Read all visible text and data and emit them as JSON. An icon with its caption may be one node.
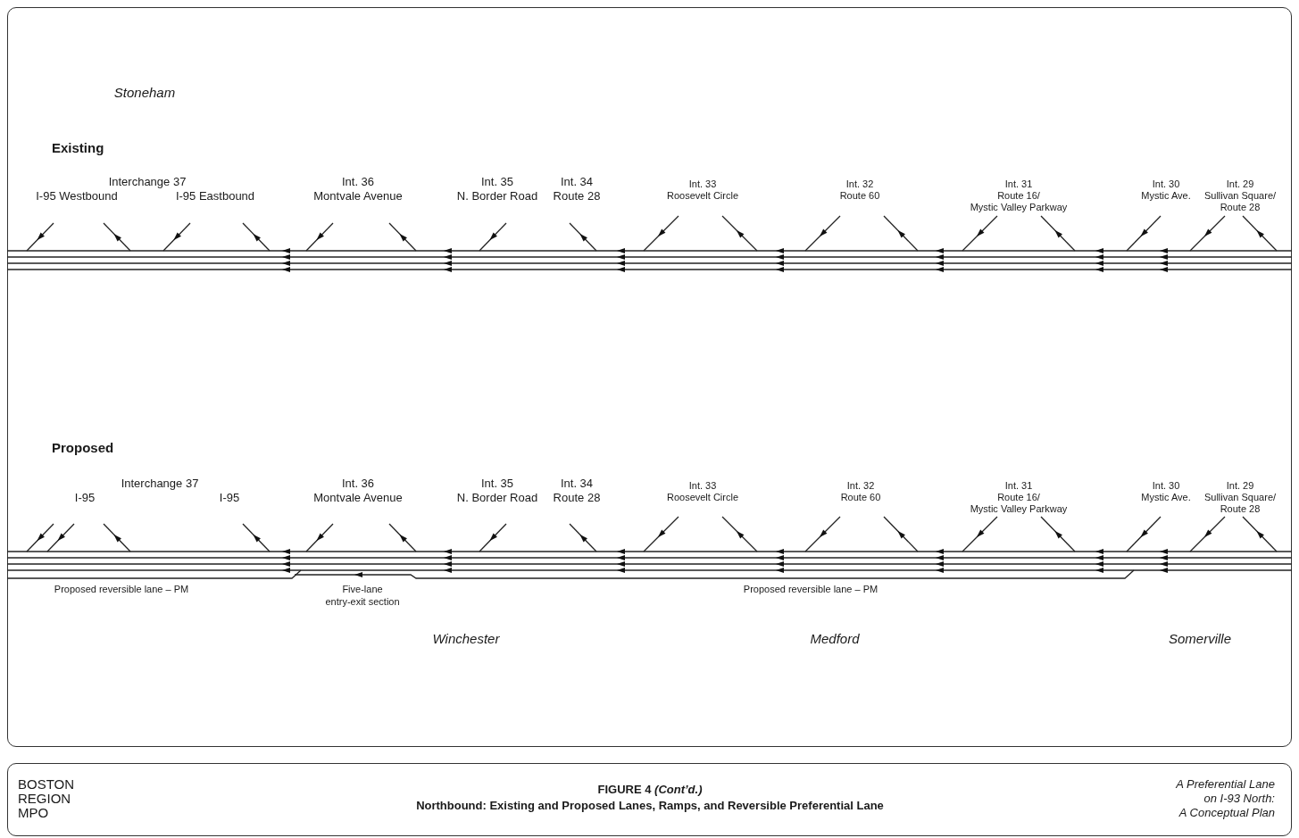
{
  "diagram": {
    "title": "FIGURE 4 *(Cont’d.)*",
    "caption": "Northbound: Existing and Proposed Lanes, Ramps, and Reversible Preferential Lane",
    "labels": [
      "Stoneham",
      "Existing",
      "Interchange 37",
      "I-95 Westbound",
      "I-95 Eastbound",
      "Int. 36",
      "Montvale Avenue",
      "Int. 35",
      "N. Border Road",
      "Int. 34",
      "Route 28",
      "Int. 33",
      "Roosevelt Circle",
      "Int. 32",
      "Route 60",
      "Int. 31",
      "Route 16/",
      "Mystic Valley Parkway",
      "Int. 30",
      "Mystic Ave.",
      "Int. 29",
      "Sullivan Square/",
      "Route 28",
      "Proposed",
      "Interchange 37",
      "I-95",
      "I-95",
      "Int. 36",
      "Montvale Avenue",
      "Int. 35",
      "N. Border Road",
      "Int. 34",
      "Route 28",
      "Int. 33",
      "Roosevelt Circle",
      "Int. 32",
      "Route 60",
      "Int. 31",
      "Route 16/",
      "Mystic Valley Parkway",
      "Int. 30",
      "Mystic Ave.",
      "Int. 29",
      "Sullivan Square/",
      "Route 28",
      "Proposed reversible lane – PM",
      "Five-lane",
      "entry-exit section",
      "Proposed reversible lane – PM",
      "Winchester",
      "Medford",
      "Somerville",
      "BOSTON",
      "REGION",
      "MPO",
      "A Preferential Lane",
      "on I-93 North:",
      "A Conceptual Plan"
    ]
  }
}
